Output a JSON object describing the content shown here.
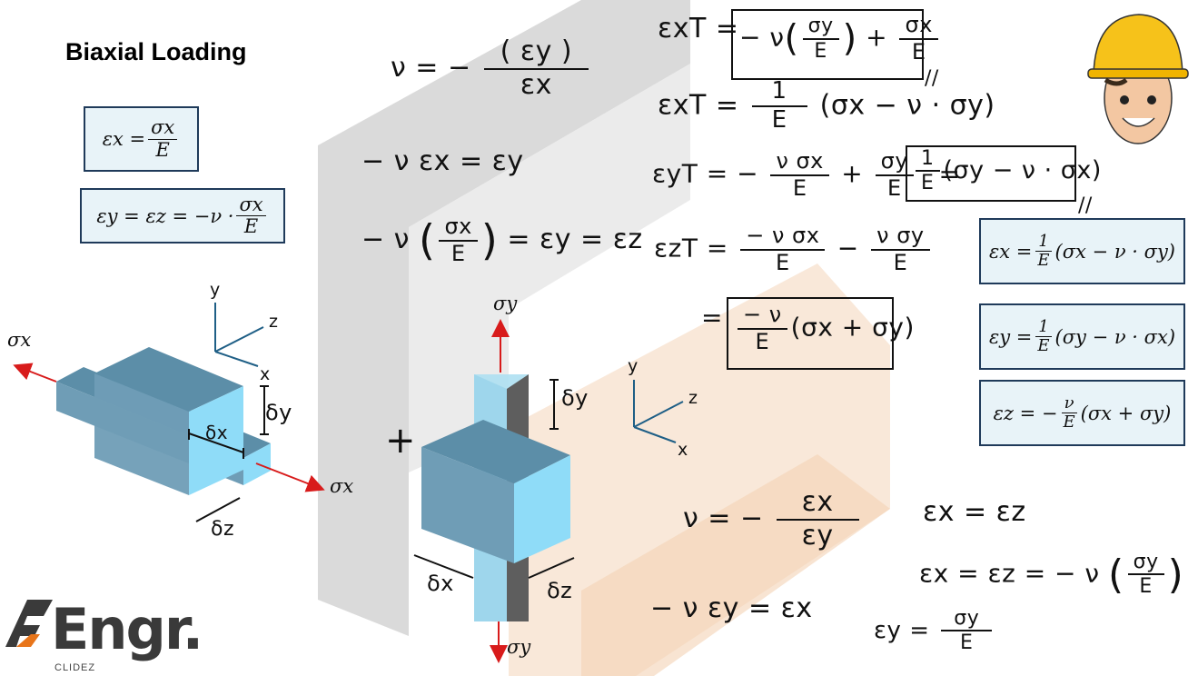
{
  "slide": {
    "title": "Biaxial Loading"
  },
  "left_formulas": [
    {
      "lhs": "εx =",
      "num": "σx",
      "den": "E",
      "pre": ""
    },
    {
      "lhs": "εy = εz = −ν ·",
      "num": "σx",
      "den": "E",
      "pre": ""
    }
  ],
  "right_formulas": [
    {
      "lhs": "εx =",
      "num": "1",
      "den": "E",
      "rest": "(σx − ν · σy)"
    },
    {
      "lhs": "εy =",
      "num": "1",
      "den": "E",
      "rest": "(σy − ν · σx)"
    },
    {
      "lhs": "εz = −",
      "num": "ν",
      "den": "E",
      "rest": "(σx + σy)"
    }
  ],
  "notes": {
    "nu_def_1": {
      "lhs": "ν = −",
      "num": "( εy )",
      "den": "εx"
    },
    "line_2": "− ν εx = εy",
    "line_3": {
      "pre": "− ν",
      "num": "σx",
      "den": "E",
      "post": "= εy = εz"
    },
    "ext_1": {
      "lhs": "εxT =",
      "boxed_a": "− ν",
      "num_a": "σy",
      "den_a": "E",
      "plus": "+",
      "num_b": "σx",
      "den_b": "E"
    },
    "ext_2": {
      "lhs": "εxT =",
      "num": "1",
      "den": "E",
      "rest": "(σx − ν · σy)"
    },
    "ext_3": {
      "lhs": "εyT = −",
      "num_a": "ν σx",
      "den_a": "E",
      "plus": "+",
      "num_b": "σy",
      "den_b": "E",
      "eq": "=",
      "num_c": "1",
      "den_c": "E",
      "rest": "(σy − ν · σx)"
    },
    "ext_4": {
      "lhs": "εzT =",
      "num_a": "− ν σx",
      "den_a": "E",
      "minus": "−",
      "num_b": "ν σy",
      "den_b": "E"
    },
    "ext_5": {
      "eq": "=",
      "num": "− ν",
      "den": "E",
      "rest": "(σx + σy)"
    },
    "nu_def_2": {
      "lhs": "ν = −",
      "num": "εx",
      "den": "εy"
    },
    "line_b2": "− ν εy = εx",
    "eq_xz": "εx = εz",
    "eq_xz2": {
      "lhs": "εx = εz = − ν",
      "num": "σy",
      "den": "E"
    },
    "eq_y": {
      "lhs": "εy =",
      "num": "σy",
      "den": "E"
    },
    "plus_sign": "+",
    "tick_1": "//",
    "tick_2": "//"
  },
  "diagram_labels": {
    "axis_y_1": "y",
    "axis_z_1": "z",
    "axis_x_1": "x",
    "axis_y_2": "y",
    "axis_z_2": "z",
    "axis_x_2": "x",
    "sigma_x_left": "σx",
    "sigma_x_right": "σx",
    "sigma_y_top": "σy",
    "sigma_y_bottom": "σy",
    "delta_y_1": "δy",
    "delta_x_1": "δx",
    "delta_z_1": "δz",
    "delta_y_2": "δy",
    "delta_x_2": "δx",
    "delta_z_2": "δz"
  },
  "brand": {
    "logo": "Engr.",
    "sub": "CLIDEZ"
  },
  "colors": {
    "block_top": "#5c8ea8",
    "block_front": "#6f9db6",
    "block_side": "#8fdcf8",
    "arrow": "#d81b1b",
    "box_border": "#1f3a5a",
    "box_fill": "#e8f3f8"
  }
}
